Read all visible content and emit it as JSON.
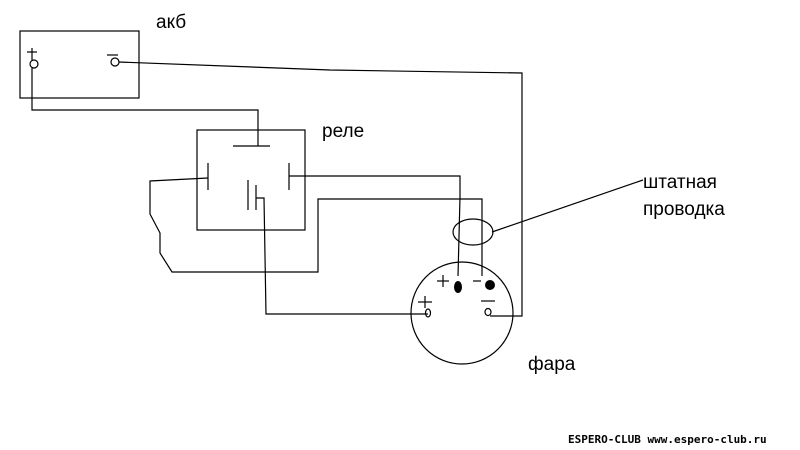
{
  "labels": {
    "battery": "акб",
    "relay": "реле",
    "stock_wiring_line1": "штатная",
    "stock_wiring_line2": "проводка",
    "headlight": "фара"
  },
  "symbols": {
    "plus": "+",
    "minus": "−"
  },
  "watermark": "ESPERO-CLUB www.espero-club.ru",
  "colors": {
    "line": "#000000",
    "background": "#ffffff"
  }
}
